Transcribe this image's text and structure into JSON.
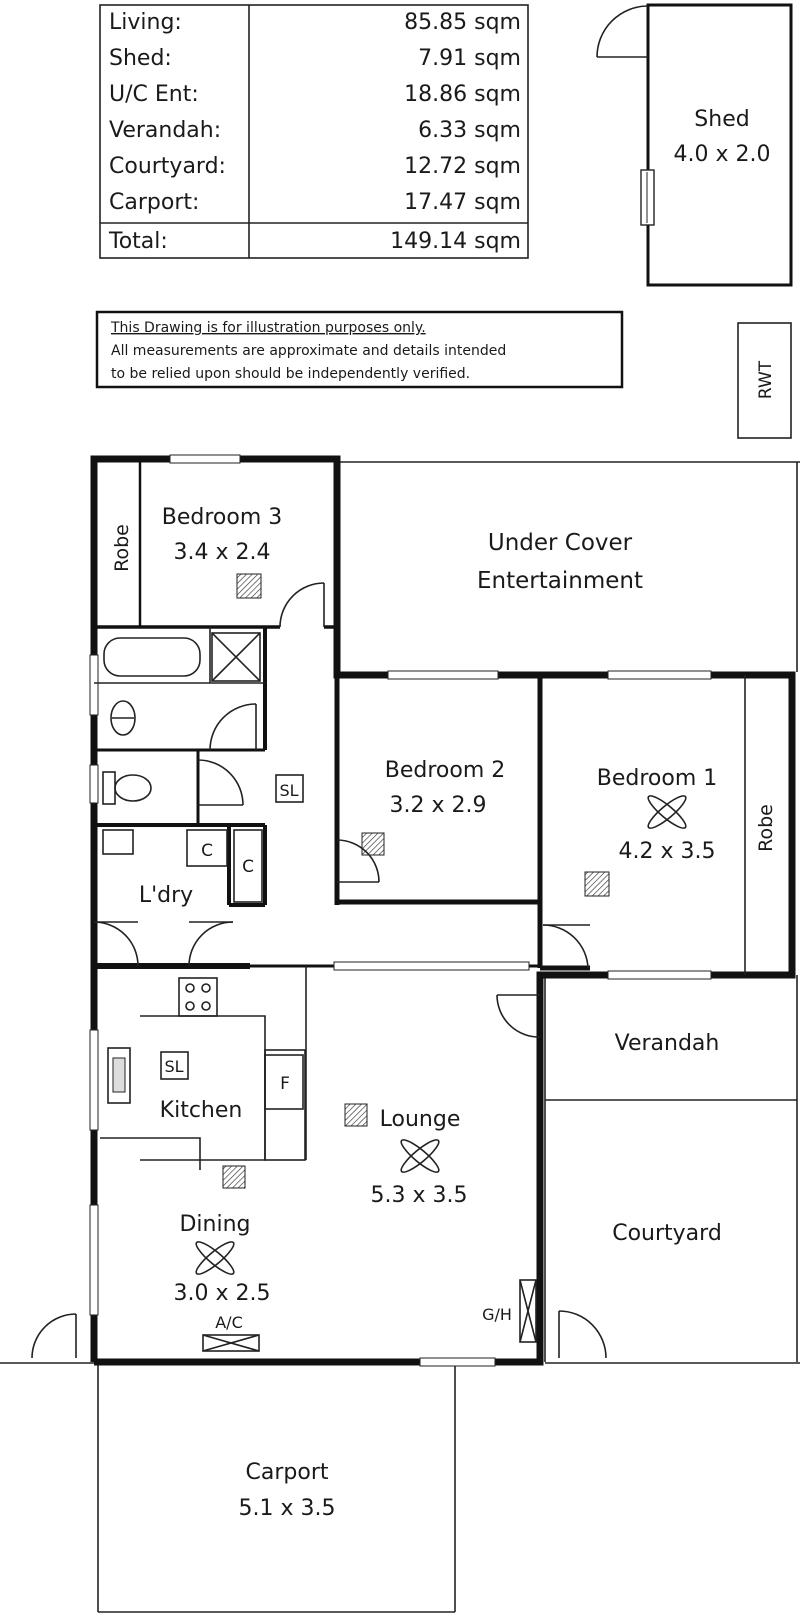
{
  "area_table": {
    "rows": [
      {
        "label": "Living:",
        "value": "85.85 sqm"
      },
      {
        "label": "Shed:",
        "value": "7.91 sqm"
      },
      {
        "label": "U/C Ent:",
        "value": "18.86 sqm"
      },
      {
        "label": "Verandah:",
        "value": "6.33 sqm"
      },
      {
        "label": "Courtyard:",
        "value": "12.72 sqm"
      },
      {
        "label": "Carport:",
        "value": "17.47 sqm"
      }
    ],
    "total": {
      "label": "Total:",
      "value": "149.14 sqm"
    }
  },
  "disclaimer": {
    "line1": "This Drawing is for illustration purposes only.",
    "line2": "All measurements are approximate and details intended",
    "line3": "to be relied upon should be independently verified."
  },
  "shed": {
    "name": "Shed",
    "size": "4.0 x 2.0"
  },
  "rwt": "RWT",
  "rooms": {
    "bedroom3": {
      "name": "Bedroom 3",
      "size": "3.4 x 2.4"
    },
    "robe3": "Robe",
    "uce": {
      "line1": "Under Cover",
      "line2": "Entertainment"
    },
    "bedroom2": {
      "name": "Bedroom 2",
      "size": "3.2 x 2.9"
    },
    "bedroom1": {
      "name": "Bedroom 1",
      "size": "4.2 x 3.5"
    },
    "robe1": "Robe",
    "sl_hall": "SL",
    "cupboard1": "C",
    "cupboard2": "C",
    "laundry": "L'dry",
    "kitchen": {
      "name": "Kitchen",
      "sl": "SL",
      "fridge": "F"
    },
    "dining": {
      "name": "Dining",
      "size": "3.0 x 2.5"
    },
    "ac": "A/C",
    "lounge": {
      "name": "Lounge",
      "size": "5.3 x 3.5"
    },
    "gh": "G/H",
    "verandah": "Verandah",
    "courtyard": "Courtyard",
    "carport": {
      "name": "Carport",
      "size": "5.1 x 3.5"
    }
  }
}
